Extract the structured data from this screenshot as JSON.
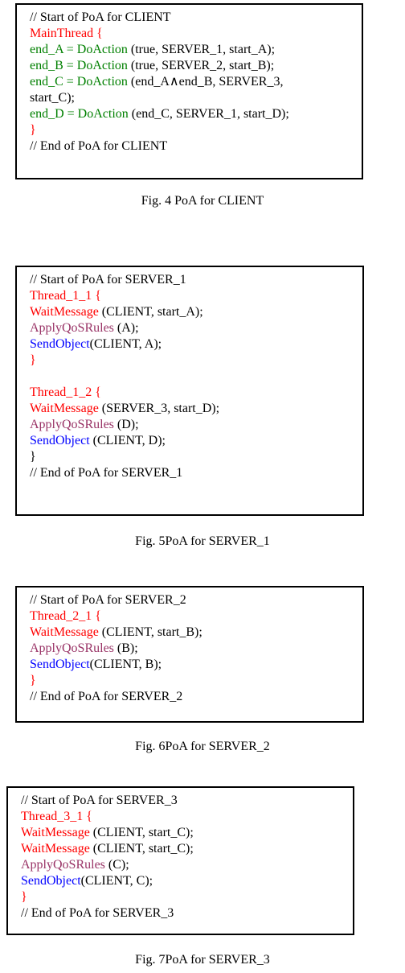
{
  "figures": [
    {
      "caption": "Fig. 4  PoA for CLIENT",
      "lines": [
        [
          {
            "t": "// Start of PoA for CLIENT",
            "c": "black"
          }
        ],
        [
          {
            "t": "MainThread {",
            "c": "red"
          }
        ],
        [
          {
            "t": "end_A = DoAction",
            "c": "green"
          },
          {
            "t": " (true, SERVER_1, start_A);",
            "c": "black"
          }
        ],
        [
          {
            "t": "end_B = DoAction",
            "c": "green"
          },
          {
            "t": " (true, SERVER_2, start_B);",
            "c": "black"
          }
        ],
        [
          {
            "t": "end_C = DoAction",
            "c": "green"
          },
          {
            "t": " (end_A∧end_B, SERVER_3,",
            "c": "black"
          }
        ],
        [
          {
            "t": "start_C);",
            "c": "black"
          }
        ],
        [
          {
            "t": "end_D = DoAction",
            "c": "green"
          },
          {
            "t": " (end_C, SERVER_1, start_D);",
            "c": "black"
          }
        ],
        [
          {
            "t": "}",
            "c": "red"
          }
        ],
        [
          {
            "t": "// End of PoA for CLIENT",
            "c": "black"
          }
        ]
      ]
    },
    {
      "caption": "Fig. 5PoA for SERVER_1",
      "lines": [
        [
          {
            "t": "// Start of PoA for SERVER_1",
            "c": "black"
          }
        ],
        [
          {
            "t": "Thread_1_1 {",
            "c": "red"
          }
        ],
        [
          {
            "t": "WaitMessage",
            "c": "red"
          },
          {
            "t": " (CLIENT, start_A);",
            "c": "black"
          }
        ],
        [
          {
            "t": "ApplyQoSRules",
            "c": "purple"
          },
          {
            "t": " (A);",
            "c": "black"
          }
        ],
        [
          {
            "t": "SendObject",
            "c": "blue"
          },
          {
            "t": "(CLIENT, A);",
            "c": "black"
          }
        ],
        [
          {
            "t": "}",
            "c": "red"
          }
        ],
        [
          {
            "t": "",
            "c": "black"
          }
        ],
        [
          {
            "t": "Thread_1_2 {",
            "c": "red"
          }
        ],
        [
          {
            "t": "WaitMessage",
            "c": "red"
          },
          {
            "t": " (SERVER_3, start_D);",
            "c": "black"
          }
        ],
        [
          {
            "t": "ApplyQoSRules",
            "c": "purple"
          },
          {
            "t": " (D);",
            "c": "black"
          }
        ],
        [
          {
            "t": "SendObject",
            "c": "blue"
          },
          {
            "t": " (CLIENT, D);",
            "c": "black"
          }
        ],
        [
          {
            "t": "}",
            "c": "black"
          }
        ],
        [
          {
            "t": "// End of PoA for SERVER_1",
            "c": "black"
          }
        ]
      ]
    },
    {
      "caption": "Fig. 6PoA for SERVER_2",
      "lines": [
        [
          {
            "t": "// Start of PoA for SERVER_2",
            "c": "black"
          }
        ],
        [
          {
            "t": "Thread_2_1 {",
            "c": "red"
          }
        ],
        [
          {
            "t": "WaitMessage",
            "c": "red"
          },
          {
            "t": " (CLIENT, start_B);",
            "c": "black"
          }
        ],
        [
          {
            "t": "ApplyQoSRules",
            "c": "purple"
          },
          {
            "t": " (B);",
            "c": "black"
          }
        ],
        [
          {
            "t": "SendObject",
            "c": "blue"
          },
          {
            "t": "(CLIENT, B);",
            "c": "black"
          }
        ],
        [
          {
            "t": "}",
            "c": "red"
          }
        ],
        [
          {
            "t": "// End of PoA for SERVER_2",
            "c": "black"
          }
        ]
      ]
    },
    {
      "caption": "Fig. 7PoA for SERVER_3",
      "lines": [
        [
          {
            "t": "// Start of PoA for SERVER_3",
            "c": "black"
          }
        ],
        [
          {
            "t": "Thread_3_1 {",
            "c": "red"
          }
        ],
        [
          {
            "t": "WaitMessage",
            "c": "red"
          },
          {
            "t": " (CLIENT, start_C);",
            "c": "black"
          }
        ],
        [
          {
            "t": "WaitMessage",
            "c": "red"
          },
          {
            "t": " (CLIENT, start_C);",
            "c": "black"
          }
        ],
        [
          {
            "t": "ApplyQoSRules",
            "c": "purple"
          },
          {
            "t": " (C);",
            "c": "black"
          }
        ],
        [
          {
            "t": "SendObject",
            "c": "blue"
          },
          {
            "t": "(CLIENT, C);",
            "c": "black"
          }
        ],
        [
          {
            "t": "}",
            "c": "red"
          }
        ],
        [
          {
            "t": "// End of PoA for SERVER_3",
            "c": "black"
          }
        ]
      ]
    }
  ],
  "colors": {
    "black": "#000000",
    "red": "#ff0000",
    "green": "#008000",
    "purple": "#993366",
    "blue": "#0000ff"
  }
}
